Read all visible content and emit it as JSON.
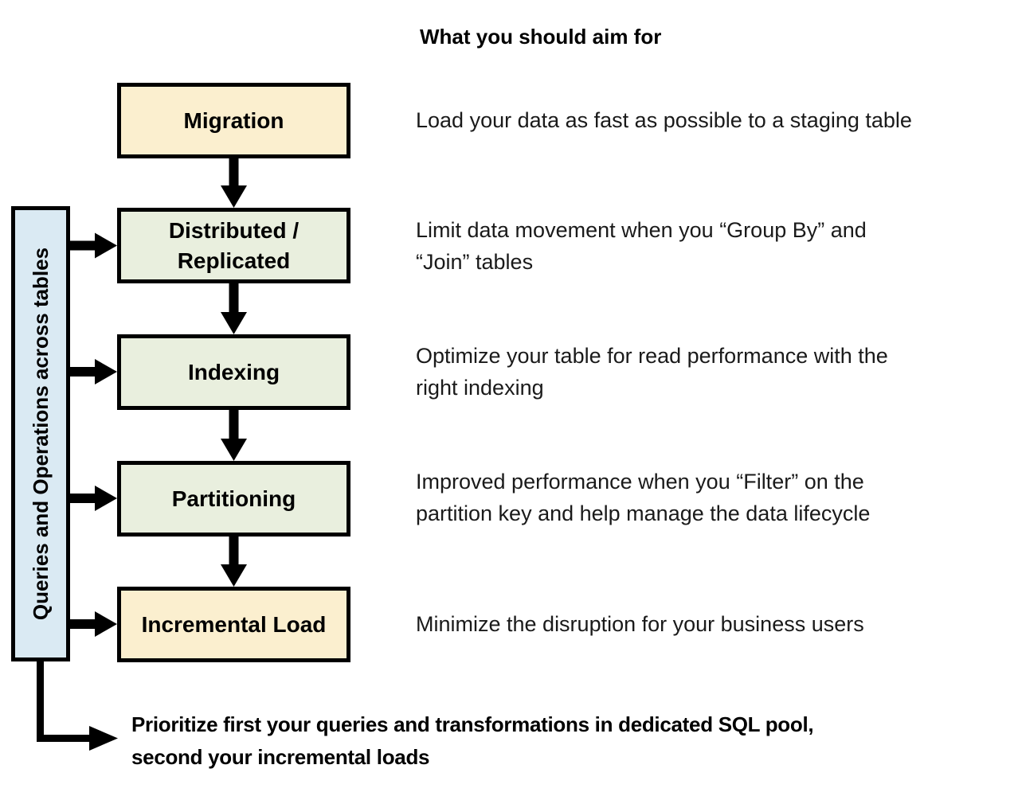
{
  "title": "What you should aim for",
  "sidebar": {
    "label": "Queries and Operations across tables"
  },
  "flow": {
    "steps": [
      {
        "label": "Migration",
        "description_lines": [
          "Load your data as fast as possible to a staging table"
        ]
      },
      {
        "label": "Distributed / Replicated",
        "description_lines": [
          "Limit data movement when you “Group By” and",
          "“Join” tables"
        ]
      },
      {
        "label": "Indexing",
        "description_lines": [
          "Optimize your table for read performance with the",
          "right indexing"
        ]
      },
      {
        "label": "Partitioning",
        "description_lines": [
          "Improved performance when you “Filter” on the",
          "partition key and help manage the data lifecycle"
        ]
      },
      {
        "label": "Incremental Load",
        "description_lines": [
          "Minimize the disruption for your business users"
        ]
      }
    ]
  },
  "footer": {
    "lines": [
      "Prioritize first your queries and transformations in dedicated SQL pool,",
      "second your incremental loads"
    ]
  },
  "colors": {
    "load_box_fill": "#FBEFCF",
    "stage_box_fill": "#E9EFDE",
    "sidebar_fill": "#DAEAF3",
    "outline": "#000000",
    "background": "#FFFFFF"
  }
}
